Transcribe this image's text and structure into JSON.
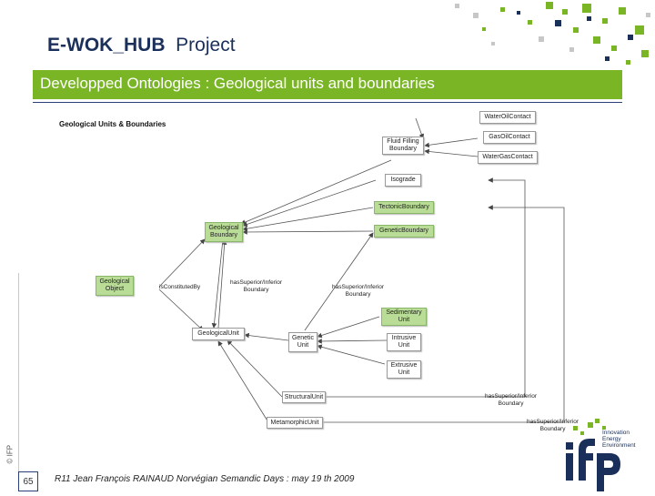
{
  "header": {
    "project_name": "E-WOK_HUB",
    "project_word": "Project",
    "banner_text": "Developped Ontologies : Geological units and boundaries"
  },
  "colors": {
    "accent_green": "#7ab526",
    "navy": "#1a2f5a",
    "node_green": "#b9dd96"
  },
  "diagram": {
    "title": "Geological Units & Boundaries",
    "nodes": {
      "water_oil": "WaterOilContact",
      "gas_oil": "GasOilContact",
      "fluid_filling": "Fluid Filling\nBoundary",
      "water_gas": "WaterGasContact",
      "isograde": "Isograde",
      "tectonic": "TectonicBoundary",
      "genetic_boundary": "GeneticBoundary",
      "geological_boundary": "Geological\nBoundary",
      "geological_object": "Geological\nObject",
      "geological_unit": "GeologicalUnit",
      "genetic_unit": "Genetic\nUnit",
      "sedimentary": "Sedimentary\nUnit",
      "intrusive": "Intrusive\nUnit",
      "extrusive": "Extrusive\nUnit",
      "structural": "StructuralUnit",
      "metamorphic": "MetamorphicUnit"
    },
    "edge_labels": {
      "constituted_by": "isConstitutedBy",
      "sup_inf_1": "hasSuperior/Inferior\nBoundary",
      "sup_inf_2": "hasSuperior/Inferior\nBoundary",
      "sup_inf_3": "hasSuperior/Inferior\nBoundary",
      "sup_inf_4": "hasSuperior/Inferior\nBoundary"
    }
  },
  "footer": {
    "copyright": "© IFP",
    "page_number": "65",
    "text": "R11 Jean François RAINAUD Norvégian Semandic Days : may 19 th 2009"
  },
  "logo": {
    "letters": "ifp",
    "tagline": "Innovation\nEnergy\nEnvironment"
  }
}
